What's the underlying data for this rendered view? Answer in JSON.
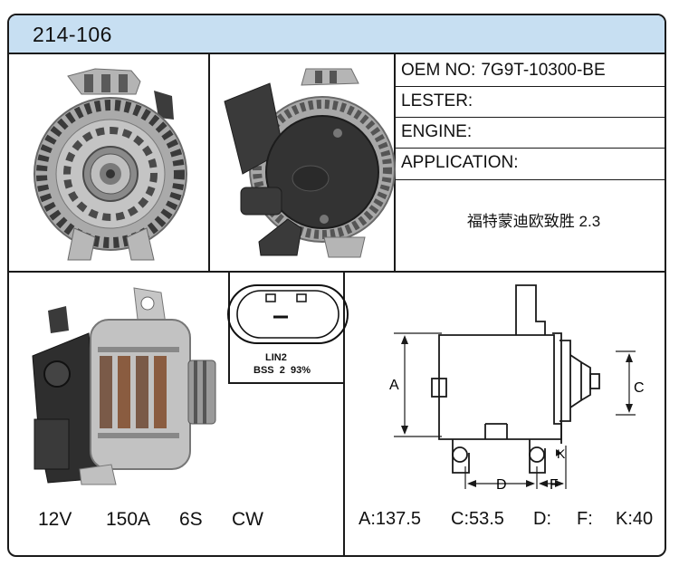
{
  "header": {
    "part_number": "214-106"
  },
  "specs": [
    {
      "label": "OEM NO:",
      "value": "7G9T-10300-BE"
    },
    {
      "label": "LESTER:",
      "value": ""
    },
    {
      "label": "ENGINE:",
      "value": ""
    },
    {
      "label": "APPLICATION:",
      "value": ""
    }
  ],
  "application_value": "福特蒙迪欧致胜 2.3",
  "connector": {
    "line1": "LIN2",
    "line2": "BSS  2  93%"
  },
  "ratings": {
    "voltage": "12V",
    "amperage": "150A",
    "pulley": "6S",
    "rotation": "CW"
  },
  "diagram_labels": {
    "a": "A",
    "c": "C",
    "d": "D",
    "f": "F",
    "k": "K"
  },
  "dimensions": [
    {
      "label": "A:",
      "value": "137.5"
    },
    {
      "label": "C:",
      "value": "53.5"
    },
    {
      "label": "D:",
      "value": ""
    },
    {
      "label": "F:",
      "value": ""
    },
    {
      "label": "K:",
      "value": "40"
    }
  ]
}
